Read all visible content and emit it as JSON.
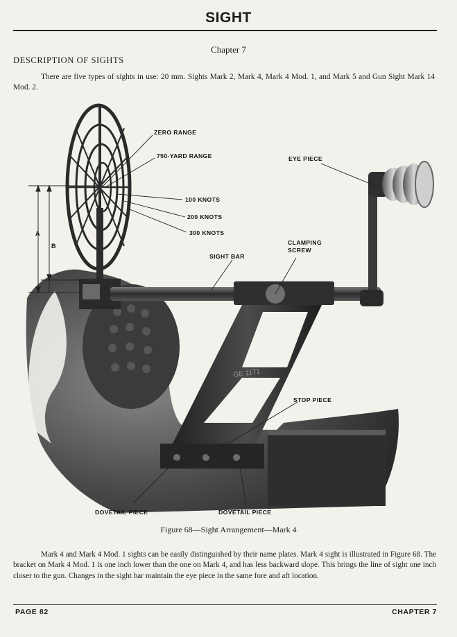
{
  "header": {
    "title": "SIGHT"
  },
  "chapter_label": "Chapter 7",
  "section_heading": "DESCRIPTION OF SIGHTS",
  "intro_paragraph": "There are five types of sights in use: 20 mm. Sights Mark 2, Mark 4, Mark 4 Mod. 1, and Mark 5 and Gun Sight Mark 14 Mod. 2.",
  "figure": {
    "labels": {
      "zero_range": "ZERO RANGE",
      "range_750": "750-YARD RANGE",
      "eye_piece": "EYE PIECE",
      "knots_100": "100 KNOTS",
      "knots_200": "200 KNOTS",
      "knots_300": "300 KNOTS",
      "clamping_screw_1": "CLAMPING",
      "clamping_screw_2": "SCREW",
      "sight_bar": "SIGHT BAR",
      "dim_a": "A",
      "dim_b": "B",
      "stop_piece": "STOP PIECE",
      "dovetail_left": "DOVETAIL PIECE",
      "dovetail_right": "DOVETAIL PIECE",
      "casting_mark": "GE 1171"
    },
    "caption": "Figure 68—Sight Arrangement—Mark 4"
  },
  "body_paragraph": "Mark 4 and Mark 4 Mod. 1 sights can be easily distinguished by their name plates. Mark 4 sight is illustrated in Figure 68. The bracket on Mark 4 Mod. 1 is one inch lower than the one on Mark 4, and has less backward slope. This brings the line of sight one inch closer to the gun. Changes in the sight bar maintain the eye piece in the same fore and aft location.",
  "footer": {
    "page": "PAGE 82",
    "chapter": "CHAPTER 7"
  }
}
